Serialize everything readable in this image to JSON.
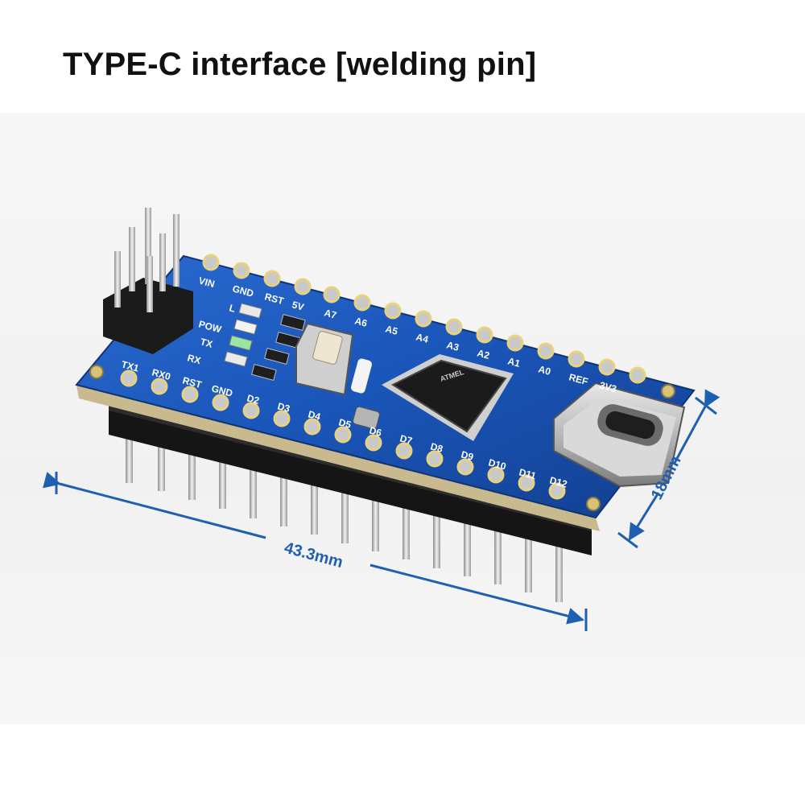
{
  "title": "TYPE-C interface [welding pin]",
  "dimensions": {
    "length_label": "43.3mm",
    "width_label": "18mm"
  },
  "board": {
    "chip_marking": "ATMEL",
    "bottom_pins": [
      "TX1",
      "RX0",
      "RST",
      "GND",
      "D2",
      "D3",
      "D4",
      "D5",
      "D6",
      "D7",
      "D8",
      "D9",
      "D10",
      "D11",
      "D12"
    ],
    "top_pins": [
      "VIN",
      "GND",
      "RST",
      "5V",
      "A7",
      "A6",
      "A5",
      "A4",
      "A3",
      "A2",
      "A1",
      "A0",
      "REF",
      "3V3"
    ],
    "led_labels": [
      "L",
      "POW",
      "TX",
      "RX"
    ]
  },
  "colors": {
    "pcb": "#1a55b8",
    "dimension_line": "#1f5fb0",
    "title_text": "#111111"
  }
}
